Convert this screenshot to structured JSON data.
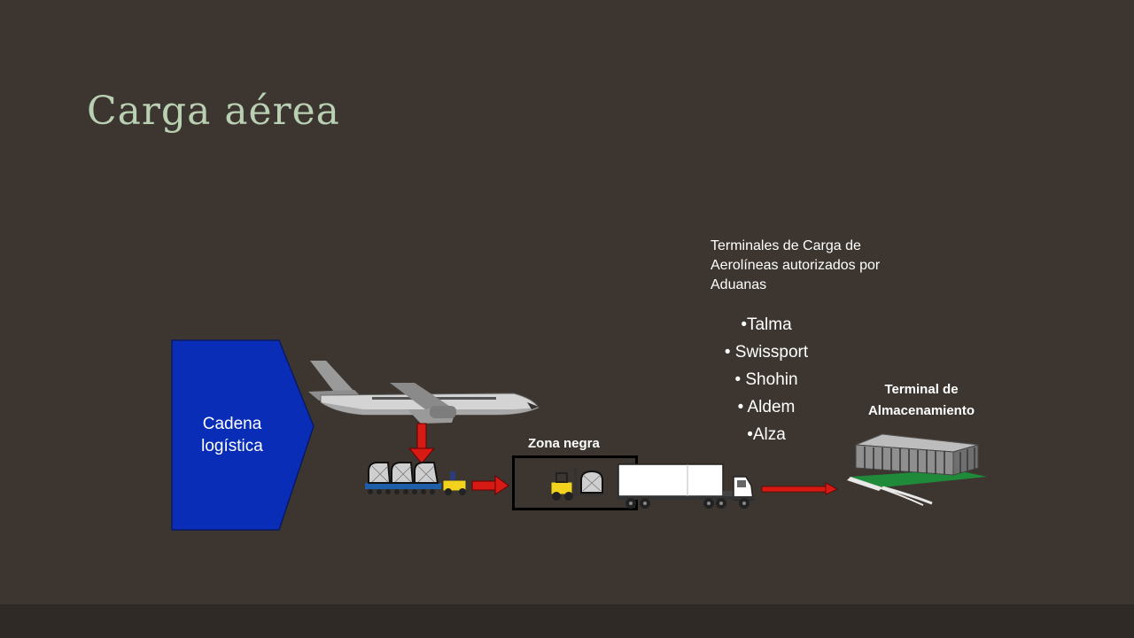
{
  "title": "Carga aérea",
  "diagram": {
    "chain_label": "Cadena logística",
    "terminals_heading": "Terminales de Carga de Aerolíneas autorizados por Aduanas",
    "terminals": [
      "•Talma",
      "• Swissport",
      "• Shohin",
      "• Aldem",
      "•Alza"
    ],
    "zone_label": "Zona negra",
    "warehouse_label": "Terminal de Almacenamiento"
  },
  "colors": {
    "background": "#3d3630",
    "title": "#b9d0b3",
    "chain_block": "#0a2db8",
    "arrow": "#d81a14"
  },
  "icons": [
    "airplane-icon",
    "baggage-cart-icon",
    "forklift-icon",
    "truck-icon",
    "warehouse-icon"
  ]
}
